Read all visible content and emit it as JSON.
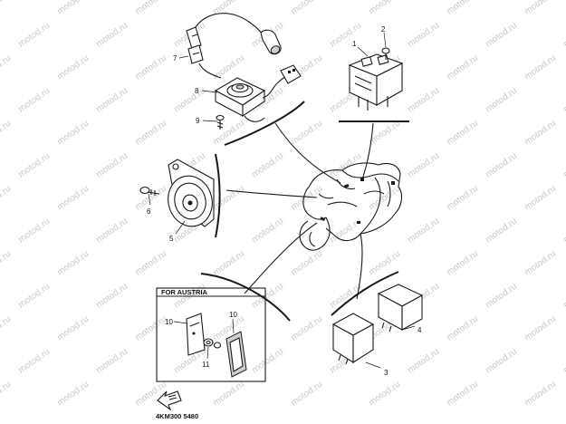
{
  "watermark": {
    "text": "motod.ru",
    "color": "#c9c9c9"
  },
  "diagram": {
    "kit_box_title": "FOR AUSTRIA",
    "drawing_code": "4KM300 5480",
    "callouts": {
      "c1": "1",
      "c2": "2",
      "c3": "3",
      "c4": "4",
      "c5": "5",
      "c6": "6",
      "c7": "7",
      "c8": "8",
      "c9": "9",
      "c10a": "10",
      "c10b": "10",
      "c11": "11"
    }
  },
  "colors": {
    "ink": "#1a1a1a",
    "background": "#ffffff"
  }
}
